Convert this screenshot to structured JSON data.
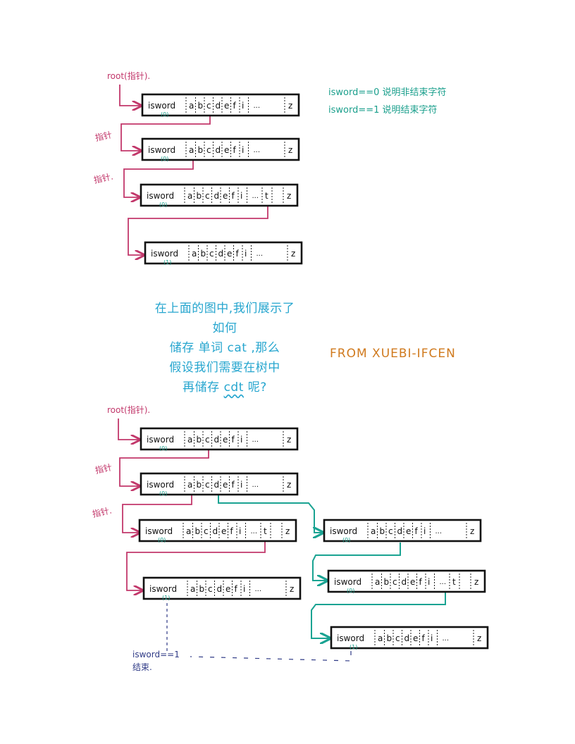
{
  "node": {
    "field_label": "isword",
    "letters": [
      "a",
      "b",
      "c",
      "d",
      "e",
      "f",
      "i"
    ],
    "ellipsis": "...",
    "last_letter": "z",
    "t_letter": "t"
  },
  "labels": {
    "root": "root(指针).",
    "pointer": "指针",
    "pointer_dot": "指针."
  },
  "notes": {
    "rule_line1": "isword==0 说明非结束字符",
    "rule_line2": "isword==1 说明结束字符",
    "question_line1": "在上面的图中,我们展示了如何",
    "question_line2": "储存 单词 cat ,那么",
    "question_line3": "假设我们需要在树中",
    "question_line4_prefix": "再储存 ",
    "question_line4_word": "cdt",
    "question_line4_suffix": " 呢?",
    "source": "FROM XUEBI-IFCEN",
    "end_line1": "isword==1",
    "end_line2": "结束."
  },
  "diagrams": [
    {
      "name": "trie-cat",
      "nodes": [
        {
          "id": "n1",
          "flag": "(0)"
        },
        {
          "id": "n2",
          "flag": "(0)"
        },
        {
          "id": "n3",
          "flag": "(0)",
          "has_t": true
        },
        {
          "id": "n4",
          "flag": "(1)"
        }
      ]
    },
    {
      "name": "trie-cat-and-cdt",
      "nodes": [
        {
          "id": "m1",
          "flag": "(0)"
        },
        {
          "id": "m2",
          "flag": "(0)"
        },
        {
          "id": "m3",
          "flag": "(0)",
          "has_t": true
        },
        {
          "id": "m4",
          "flag": "(1)"
        },
        {
          "id": "m5",
          "flag": "(0)"
        },
        {
          "id": "m6",
          "flag": "(0)",
          "has_t": true
        },
        {
          "id": "m7",
          "flag": "(1)"
        }
      ]
    }
  ],
  "colors": {
    "pointer_arrow": "#c2386b",
    "new_path_arrow": "#1aa392",
    "flag_text": "#1a9f8c",
    "end_marker": "#2f3a86",
    "box_stroke": "#111111"
  }
}
